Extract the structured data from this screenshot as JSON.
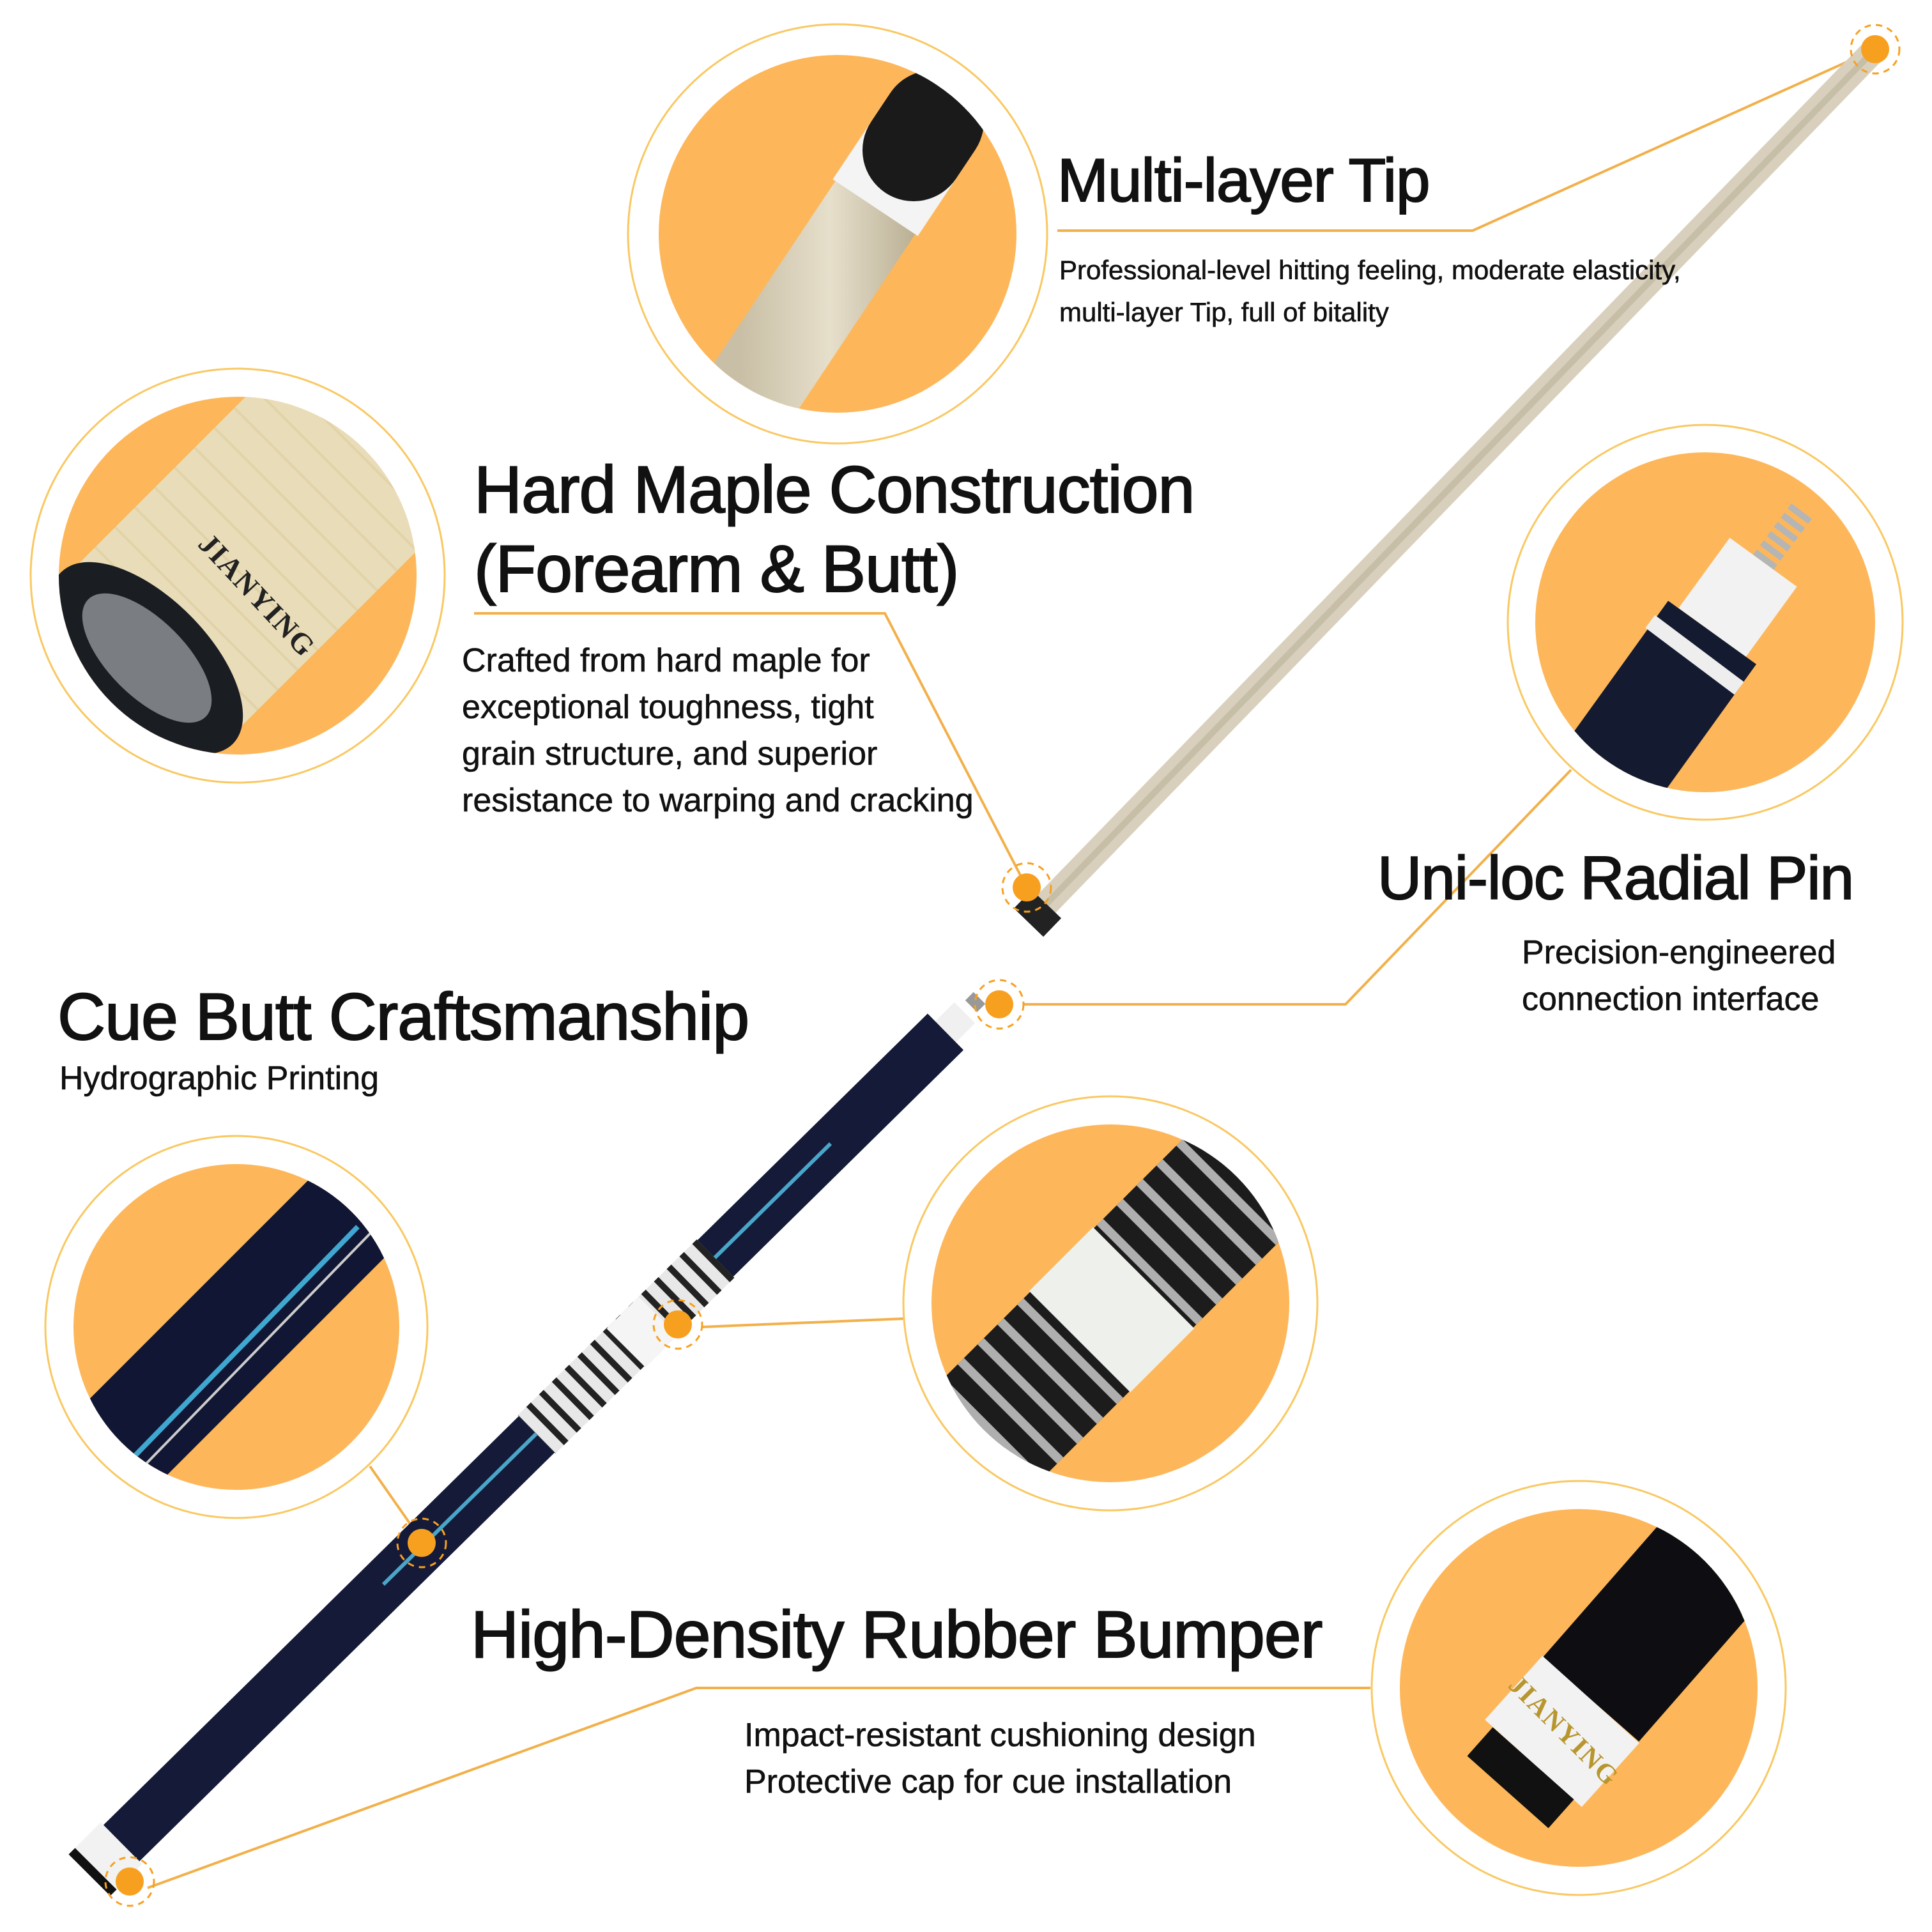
{
  "colors": {
    "accent": "#FDB75A",
    "dot": "#F7A020",
    "ring": "#F9C862",
    "line": "#F2B04A",
    "text": "#111111"
  },
  "features": {
    "tip": {
      "title": "Multi-layer Tip",
      "desc": [
        "Professional-level hitting feeling, moderate elasticity,",
        "multi-layer Tip, full of bitality"
      ]
    },
    "maple": {
      "title": [
        "Hard Maple Construction",
        "(Forearm & Butt)"
      ],
      "desc": [
        "Crafted from hard maple for",
        "exceptional toughness, tight",
        "grain structure, and superior",
        "resistance to warping and cracking"
      ],
      "brand": "JIANYING"
    },
    "pin": {
      "title": "Uni-loc Radial Pin",
      "desc": [
        "Precision-engineered",
        "connection interface"
      ]
    },
    "butt": {
      "title": "Cue Butt Craftsmanship",
      "subtitle": "Hydrographic Printing"
    },
    "bumper": {
      "title": "High-Density Rubber Bumper",
      "desc": [
        "Impact-resistant cushioning design",
        "Protective cap for cue installation"
      ],
      "brand": "JIANYING"
    }
  }
}
